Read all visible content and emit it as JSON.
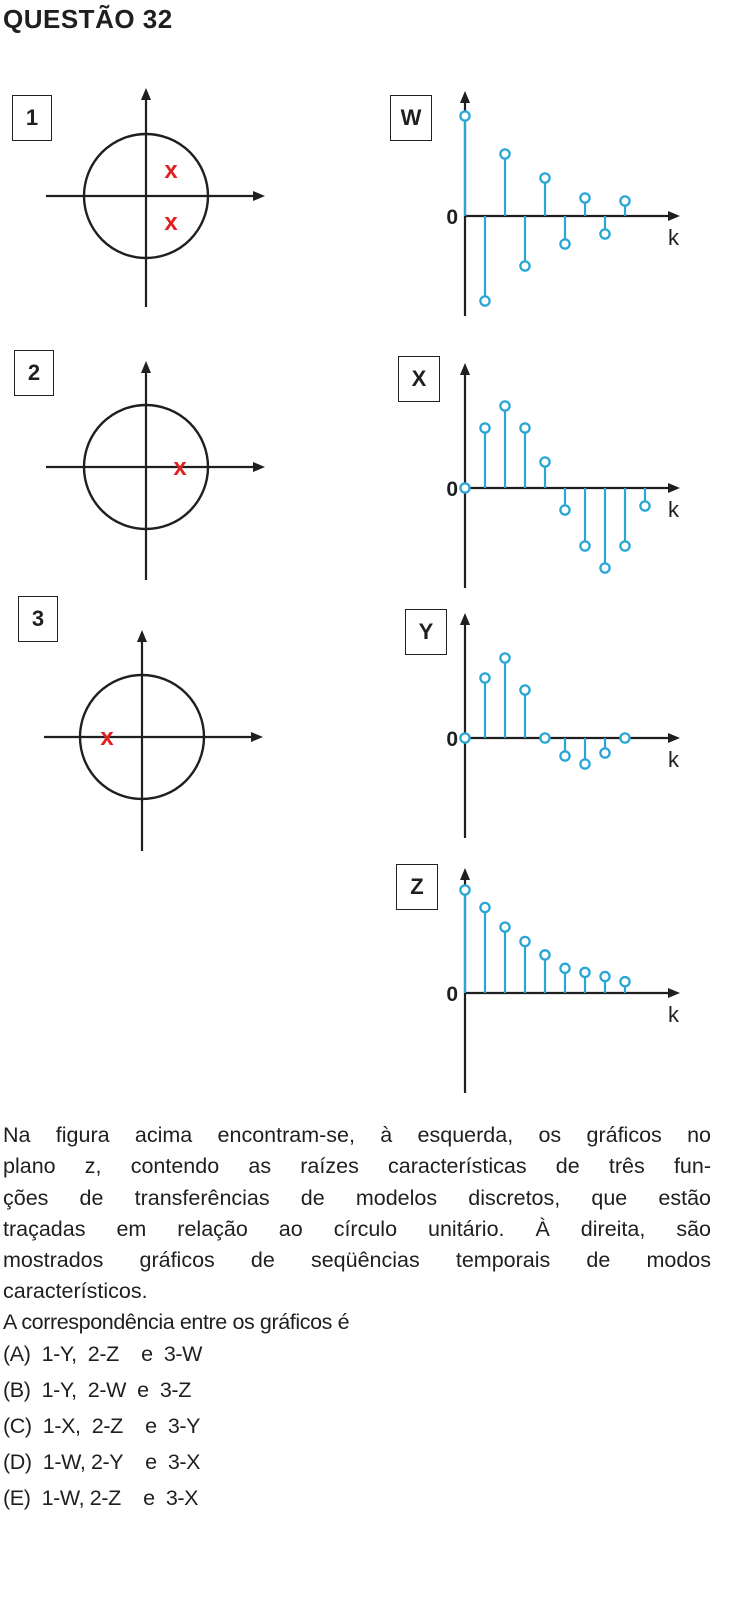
{
  "question_title": "QUESTÃO 32",
  "z_plane_plots": [
    {
      "label": "1",
      "roots_marker": "x",
      "root_color": "#e02020"
    },
    {
      "label": "2",
      "roots_marker": "x",
      "root_color": "#e02020"
    },
    {
      "label": "3",
      "roots_marker": "x",
      "root_color": "#e02020"
    }
  ],
  "sequence_plots": [
    {
      "label": "W",
      "zero_label": "0",
      "axis_label": "k",
      "values": [
        1.0,
        -0.85,
        0.62,
        -0.5,
        0.38,
        -0.28,
        0.18,
        -0.18,
        0.15
      ]
    },
    {
      "label": "X",
      "zero_label": "0",
      "axis_label": "k",
      "values": [
        0.0,
        0.6,
        0.82,
        0.6,
        0.26,
        -0.22,
        -0.58,
        -0.8,
        -0.58,
        -0.18
      ]
    },
    {
      "label": "Y",
      "zero_label": "0",
      "axis_label": "k",
      "values": [
        0.0,
        0.6,
        0.8,
        0.48,
        0.0,
        -0.18,
        -0.26,
        -0.15,
        0.0
      ]
    },
    {
      "label": "Z",
      "zero_label": "0",
      "axis_label": "k",
      "values": [
        1.0,
        0.83,
        0.64,
        0.5,
        0.37,
        0.24,
        0.2,
        0.16,
        0.11
      ]
    }
  ],
  "stem_color": "#2aa6d6",
  "paragraph_lines": [
    "Na figura acima encontram-se, à esquerda, os gráficos no",
    "plano z, contendo as raízes características de três fun-",
    "ções de transferências de modelos discretos, que estão",
    "traçadas em relação ao círculo unitário. À direita,  são",
    "mostrados gráficos de seqüências temporais de modos",
    "característicos."
  ],
  "question_text": "A correspondência entre os gráficos é",
  "options": [
    "(A)  1-Y,  2-Z    e  3-W",
    "(B)  1-Y,  2-W  e  3-Z",
    "(C)  1-X,  2-Z    e  3-Y",
    "(D)  1-W, 2-Y    e  3-X",
    "(E)  1-W, 2-Z    e  3-X"
  ]
}
